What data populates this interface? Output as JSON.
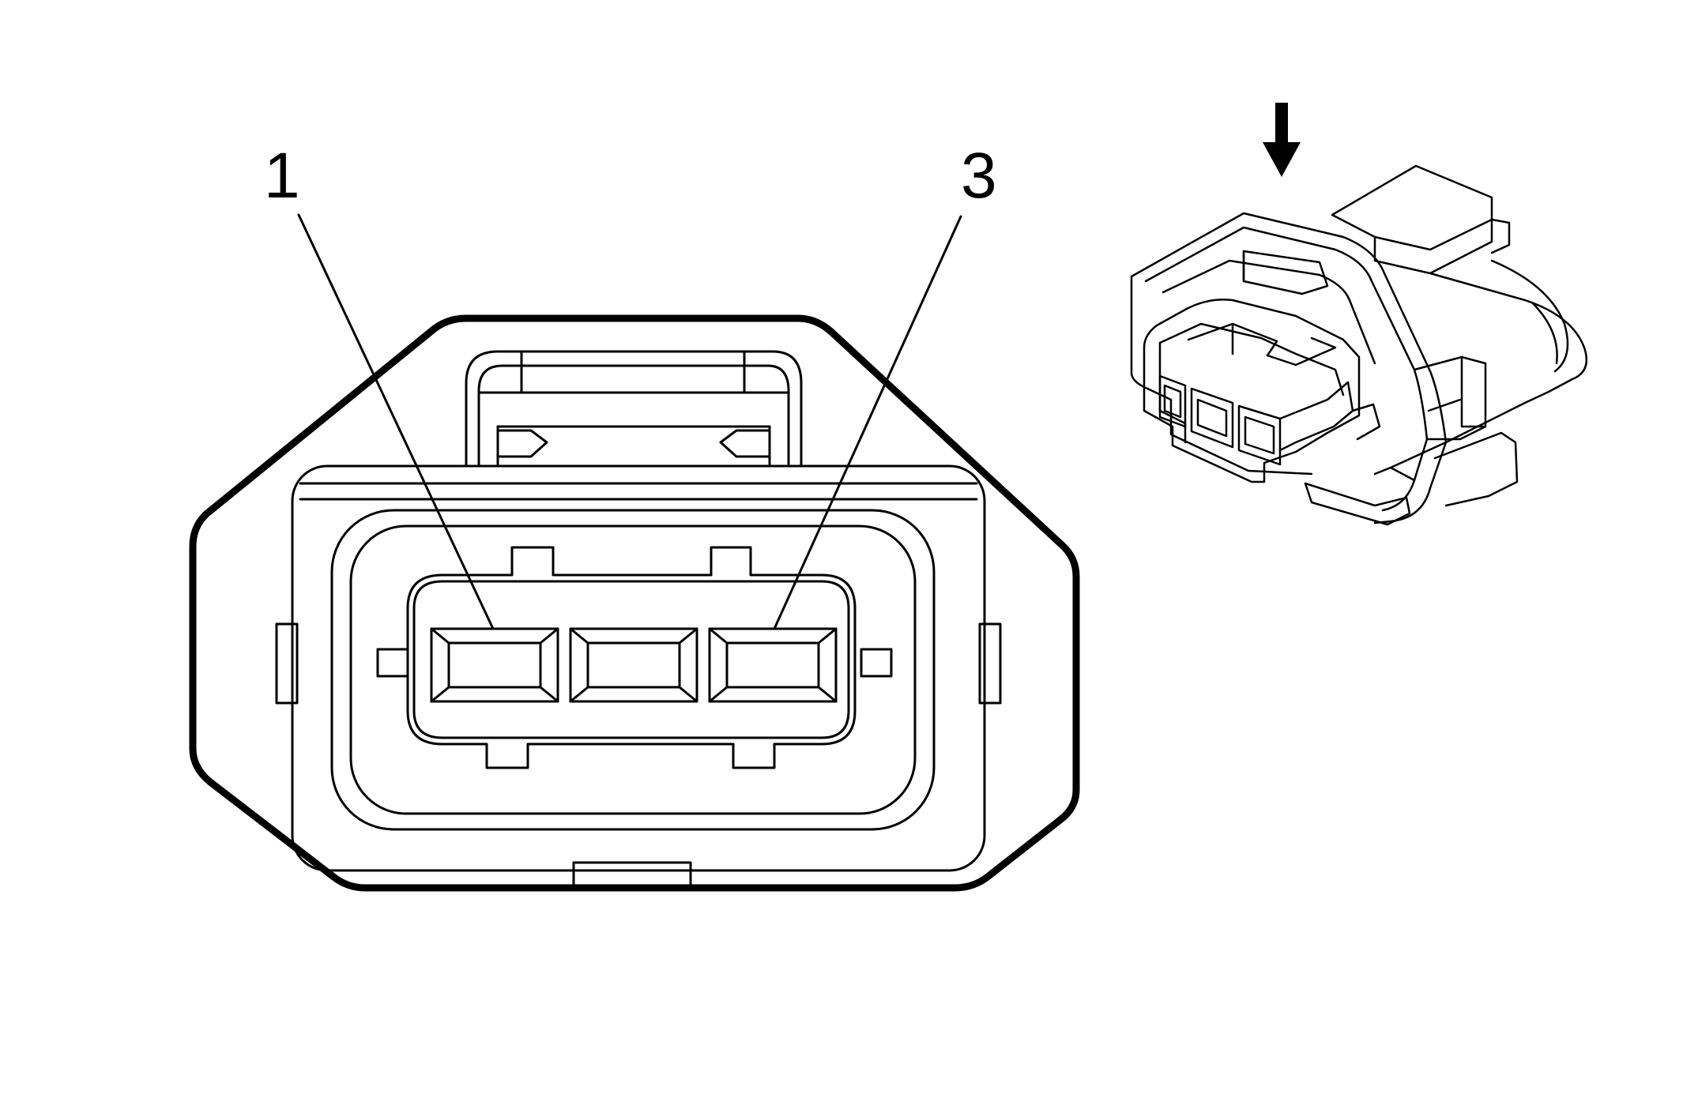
{
  "diagram": {
    "callouts": [
      {
        "id": "pin-1",
        "label": "1"
      },
      {
        "id": "pin-3",
        "label": "3"
      }
    ],
    "connector": {
      "pin_count": 3,
      "view": "terminal face"
    },
    "iso_view": {
      "pin_count": 3,
      "arrow_icon": "down-arrow-icon"
    },
    "colors": {
      "line": "#000000",
      "background": "#ffffff"
    }
  }
}
